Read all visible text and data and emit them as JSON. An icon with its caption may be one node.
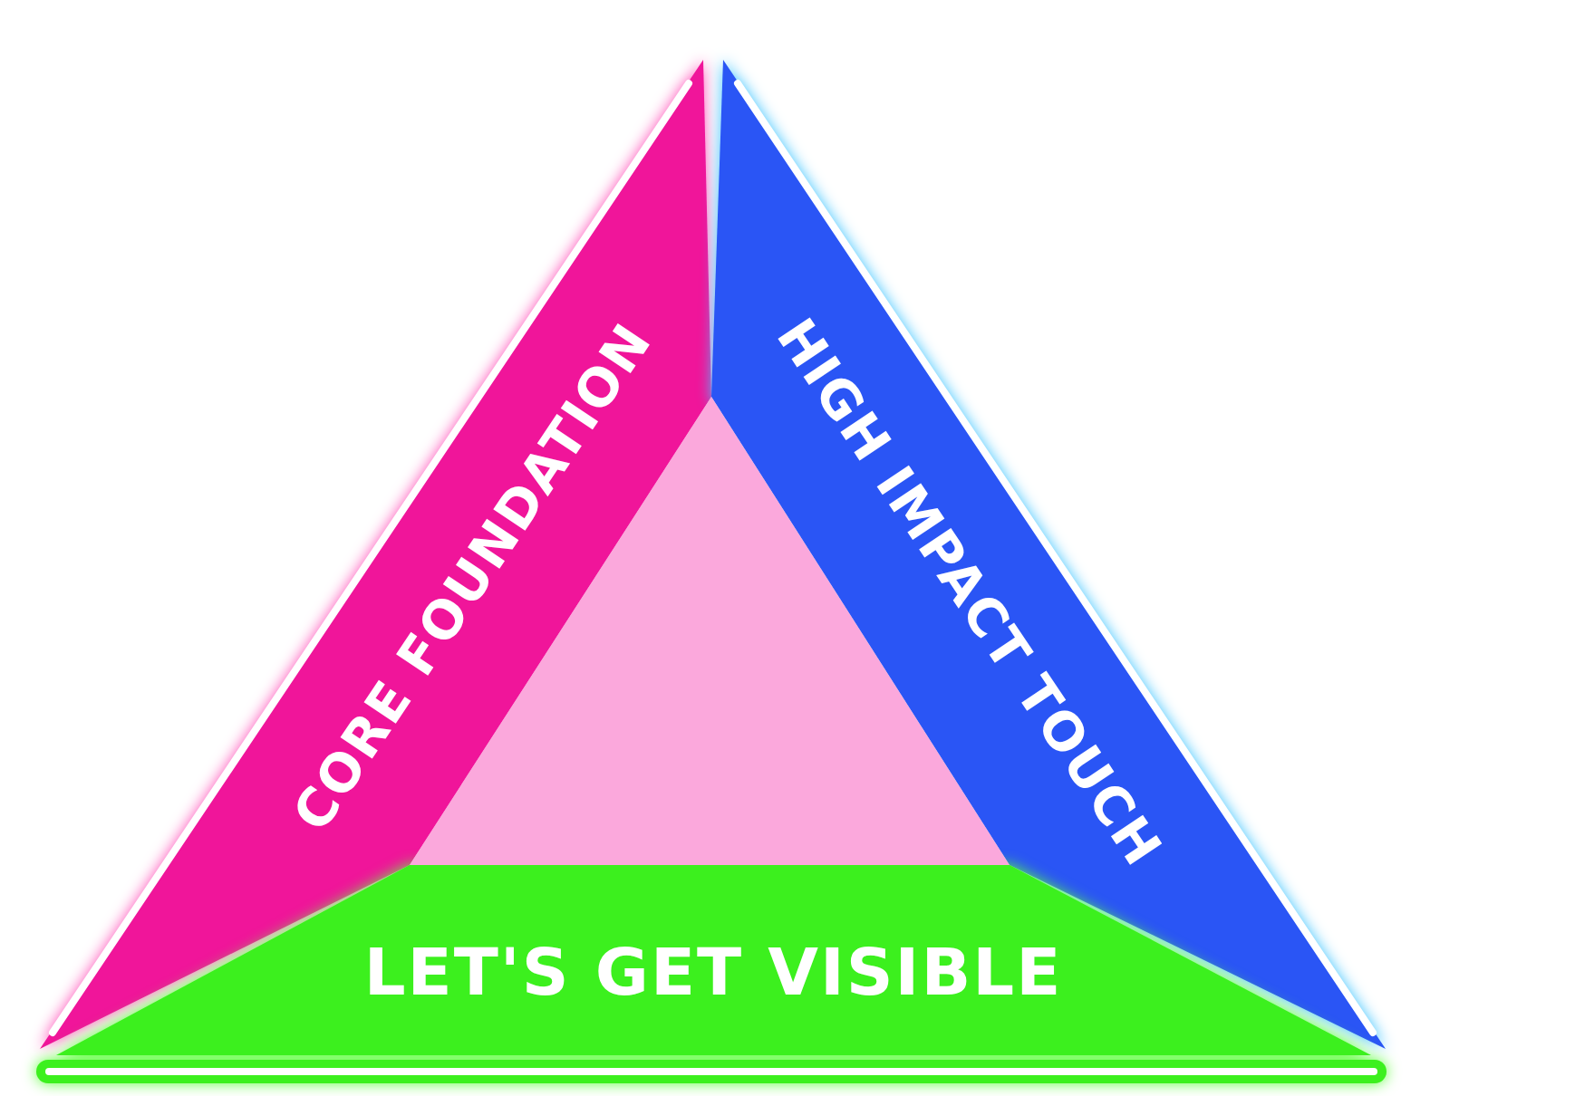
{
  "diagram": {
    "nodes": [
      {
        "text": [
          "CORE FOUNDATION"
        ]
      },
      {
        "text": [
          "HIGH IMPACT TOUCH"
        ]
      },
      {
        "text": [
          "LET'S GET VISIBLE"
        ]
      },
      {
        "text": [],
        "shape": "triangle"
      }
    ]
  }
}
